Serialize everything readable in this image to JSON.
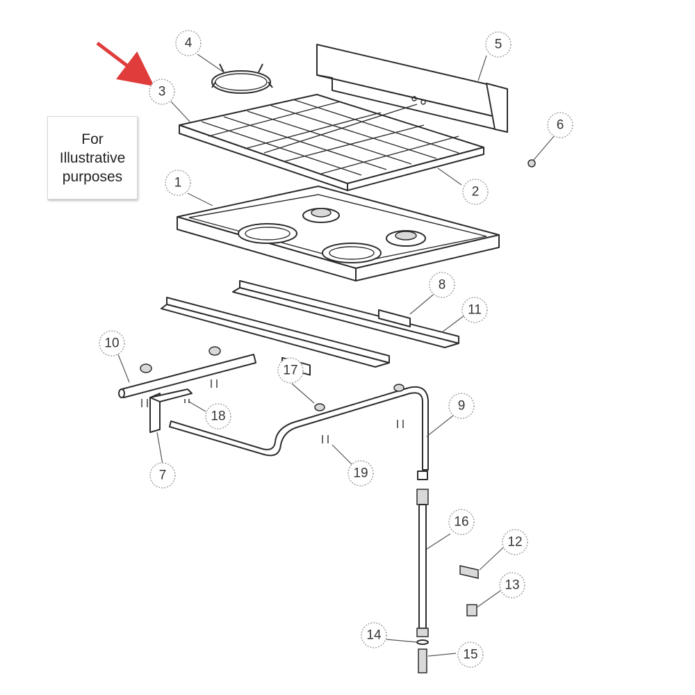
{
  "note": {
    "text": "For Illustrative purposes"
  },
  "callouts": [
    "1",
    "2",
    "3",
    "4",
    "5",
    "6",
    "7",
    "8",
    "9",
    "10",
    "11",
    "12",
    "13",
    "14",
    "15",
    "16",
    "17",
    "18",
    "19"
  ],
  "colors": {
    "arrow": "#e03c3c",
    "line": "#2b2b2b",
    "callout_border": "#9a9a9a"
  },
  "pointer": {
    "icon": "red-arrow-icon",
    "target": "3"
  }
}
